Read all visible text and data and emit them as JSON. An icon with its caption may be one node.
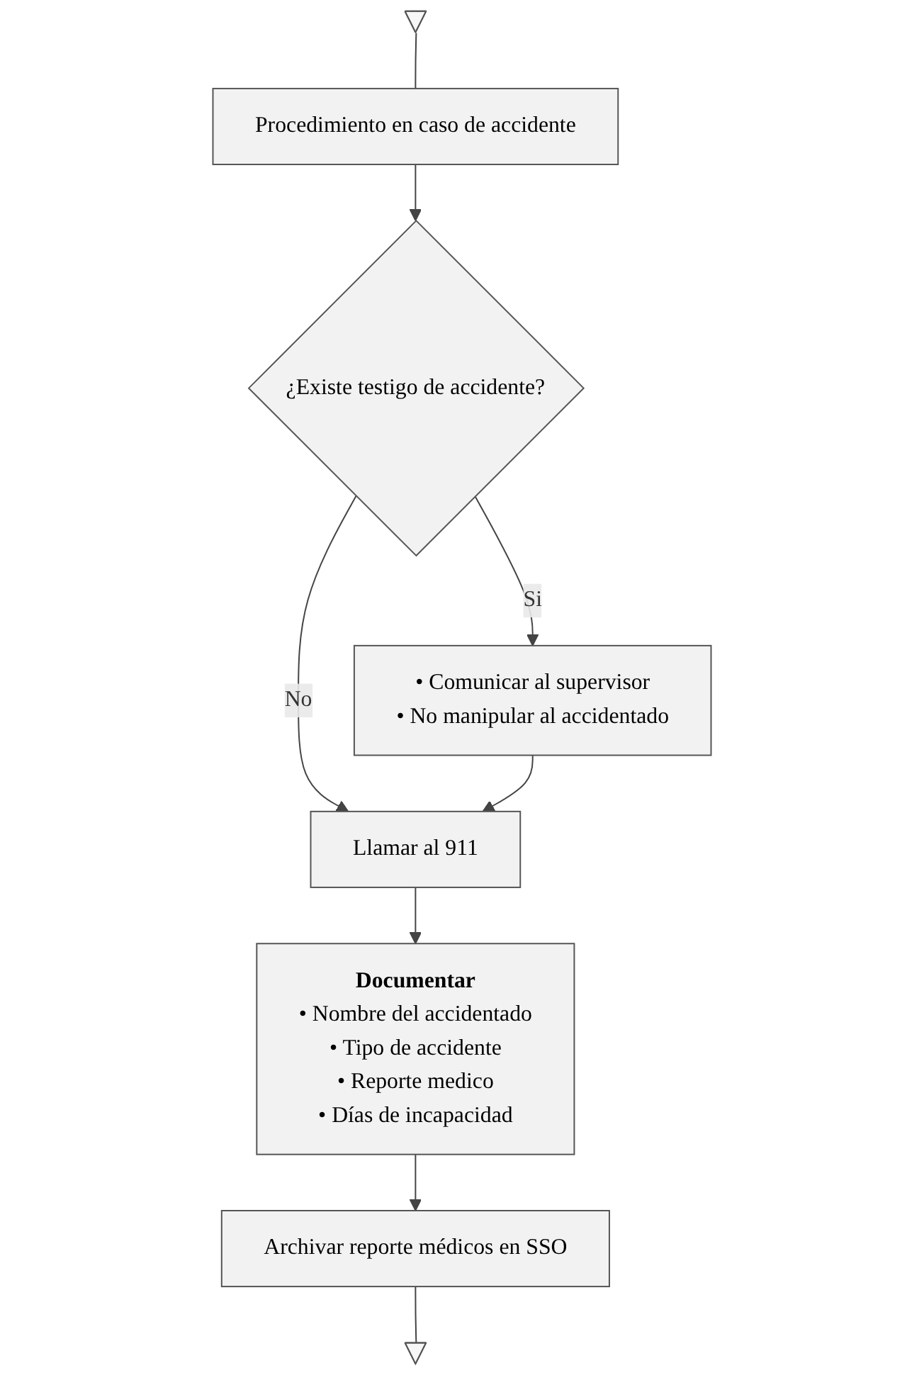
{
  "diagram": {
    "nodes": [
      {
        "text": [],
        "shape": "triangle"
      },
      {
        "text": [
          "Procedimiento en caso de accidente"
        ]
      },
      {
        "text": [
          "¿Existe testigo de accidente?"
        ]
      },
      {
        "text": [
          "• Comunicar al supervisor",
          "• No manipular al accidentado"
        ]
      },
      {
        "text": [
          "Llamar al 911"
        ]
      },
      {
        "text": [
          "Documentar",
          "• Nombre del accidentado",
          "• Tipo de accidente",
          "• Reporte medico",
          "• Días de incapacidad"
        ]
      },
      {
        "text": [
          "Archivar reporte médicos en SSO"
        ]
      },
      {
        "text": [],
        "shape": "triangle"
      }
    ],
    "edges": [
      {
        "from": 0,
        "to": 1,
        "arrow": "none"
      },
      {
        "from": 1,
        "to": 2,
        "arrow": "to"
      },
      {
        "from": 2,
        "to": 4,
        "label": "No",
        "arrow": "to"
      },
      {
        "from": 2,
        "to": 3,
        "label": "Si",
        "arrow": "to"
      },
      {
        "from": 3,
        "to": 4,
        "arrow": "to"
      },
      {
        "from": 4,
        "to": 5,
        "arrow": "to"
      },
      {
        "from": 5,
        "to": 6,
        "arrow": "to"
      },
      {
        "from": 6,
        "to": 7,
        "arrow": "none"
      }
    ]
  }
}
